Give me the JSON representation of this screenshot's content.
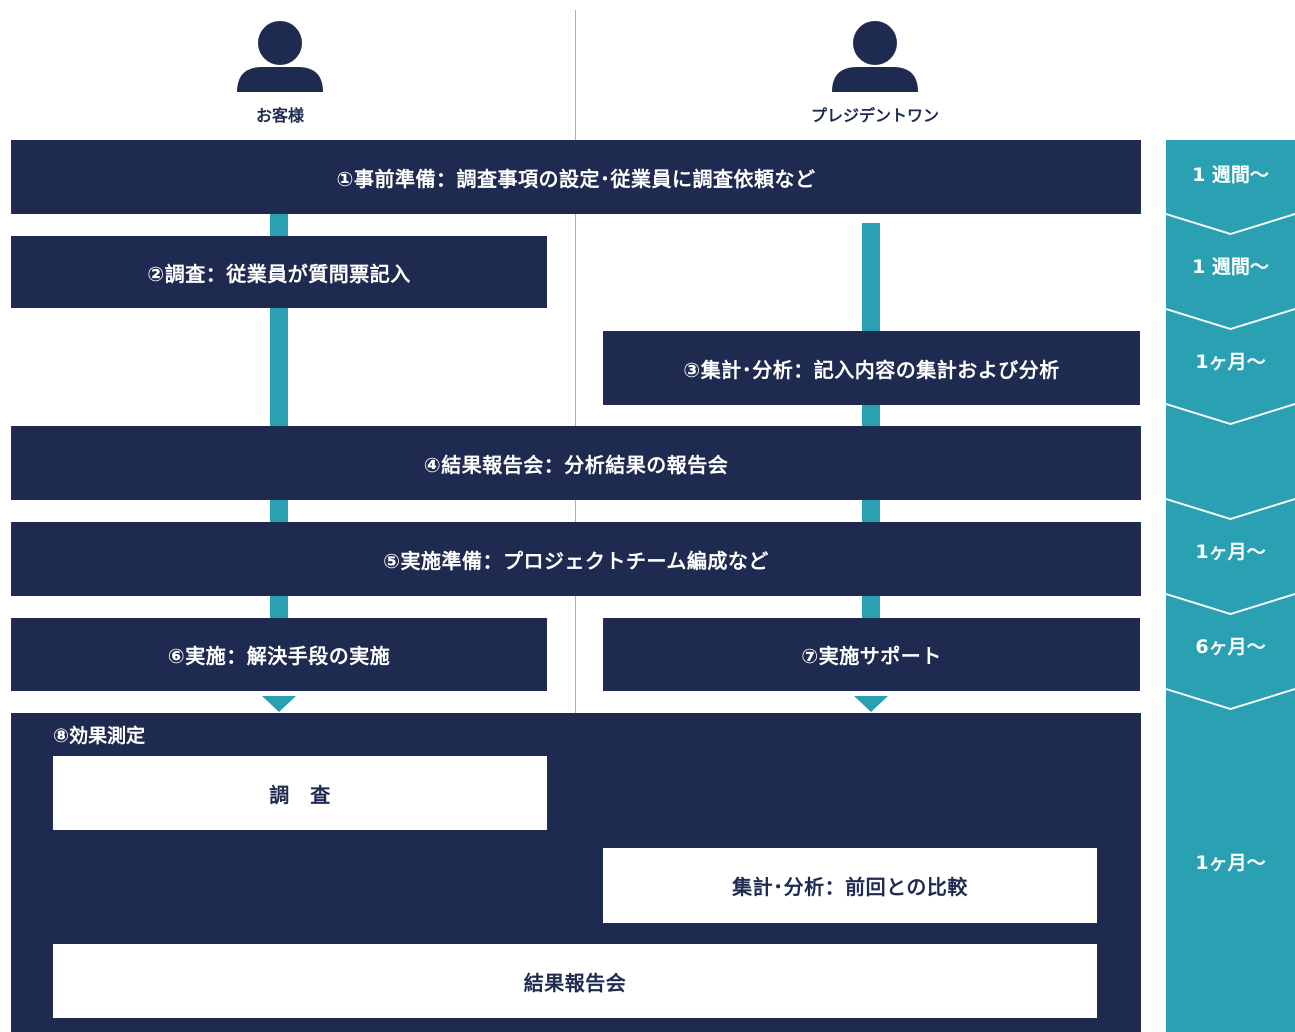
{
  "actors": {
    "customer": "お客様",
    "company": "プレジデントワン"
  },
  "steps": {
    "s1": "①事前準備：調査事項の設定･従業員に調査依頼など",
    "s2": "②調査：従業員が質問票記入",
    "s3": "③集計･分析：記入内容の集計および分析",
    "s4": "④結果報告会：分析結果の報告会",
    "s5": "⑤実施準備：プロジェクトチーム編成など",
    "s6": "⑥実施：解決手段の実施",
    "s7": "⑦実施サポート",
    "s8": {
      "title": "⑧効果測定",
      "survey": "調　査",
      "analysis": "集計･分析：前回との比較",
      "report": "結果報告会"
    }
  },
  "durations": [
    "1 週間～",
    "1 週間～",
    "1ヶ月～",
    "",
    "1ヶ月～",
    "6ヶ月～",
    "1ヶ月～"
  ],
  "colors": {
    "navy": "#1e2a4f",
    "teal": "#2aa1b3",
    "divider": "#b0b0b0"
  },
  "icons": {
    "customer": "person-icon",
    "company": "person-icon"
  }
}
